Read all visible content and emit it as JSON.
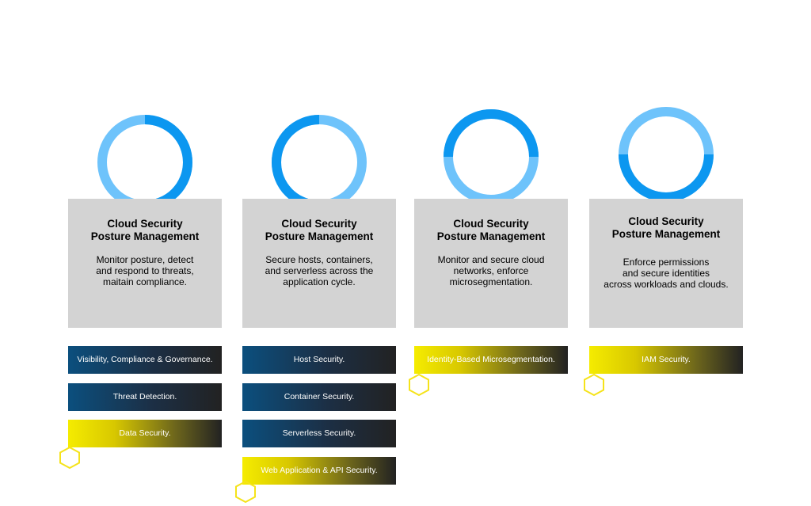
{
  "colors": {
    "ring_light": "#6ec3fb",
    "ring_dark": "#0c97f0",
    "card_bg": "#d3d3d3",
    "tag_blue_start": "#0b4f7e",
    "tag_yellow_start": "#f5ec00",
    "tag_end": "#222222",
    "hexagon": "#f5e31a"
  },
  "columns": [
    {
      "ring_filled_fraction": 0.5,
      "title": "Cloud Security\nPosture Management",
      "description": "Monitor posture, detect\nand respond to threats,\nmaitain compliance.",
      "tags": [
        {
          "label": "Visibility, Compliance & Governance.",
          "style": "blue"
        },
        {
          "label": "Threat Detection.",
          "style": "blue"
        },
        {
          "label": "Data Security.",
          "style": "yellow"
        }
      ]
    },
    {
      "ring_filled_fraction": 0.5,
      "title": "Cloud Security\nPosture Management",
      "description": "Secure hosts, containers,\nand serverless across the\napplication cycle.",
      "tags": [
        {
          "label": "Host Security.",
          "style": "blue"
        },
        {
          "label": "Container Security.",
          "style": "blue"
        },
        {
          "label": "Serverless Security.",
          "style": "blue"
        },
        {
          "label": "Web Application & API Security.",
          "style": "yellow"
        }
      ]
    },
    {
      "ring_filled_fraction": 0.5,
      "title": "Cloud Security\nPosture Management",
      "description": "Monitor and secure cloud\nnetworks, enforce\nmicrosegmentation.",
      "tags": [
        {
          "label": "Identity-Based Microsegmentation.",
          "style": "yellow"
        }
      ]
    },
    {
      "ring_filled_fraction": 0.5,
      "title": "Cloud Security\nPosture Management",
      "description": "Enforce permissions\nand secure identities\nacross workloads and clouds.",
      "tags": [
        {
          "label": "IAM Security.",
          "style": "yellow"
        }
      ]
    }
  ]
}
